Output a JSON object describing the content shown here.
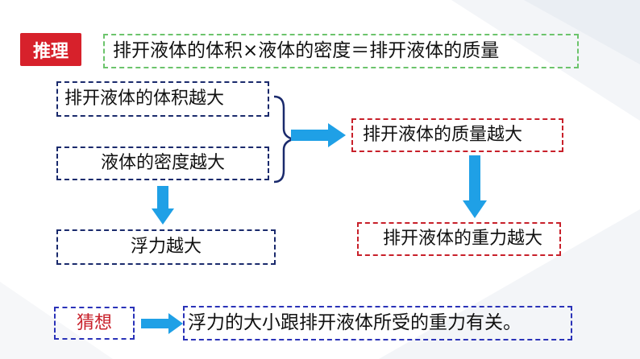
{
  "header": {
    "tag": "推理",
    "formula": "排开液体的体积×液体的密度＝排开液体的质量"
  },
  "boxes": {
    "volume": "排开液体的体积越大",
    "density": "液体的密度越大",
    "mass": "排开液体的质量越大",
    "buoyancy": "浮力越大",
    "weight": "排开液体的重力越大"
  },
  "footer": {
    "tag": "猜想",
    "conclusion": "浮力的大小跟排开液体所受的重力有关。"
  },
  "colors": {
    "accent_red": "#d7212b",
    "arrow_blue": "#1fa0e6",
    "navy": "#1a2a6c",
    "green": "#6cc46c"
  }
}
